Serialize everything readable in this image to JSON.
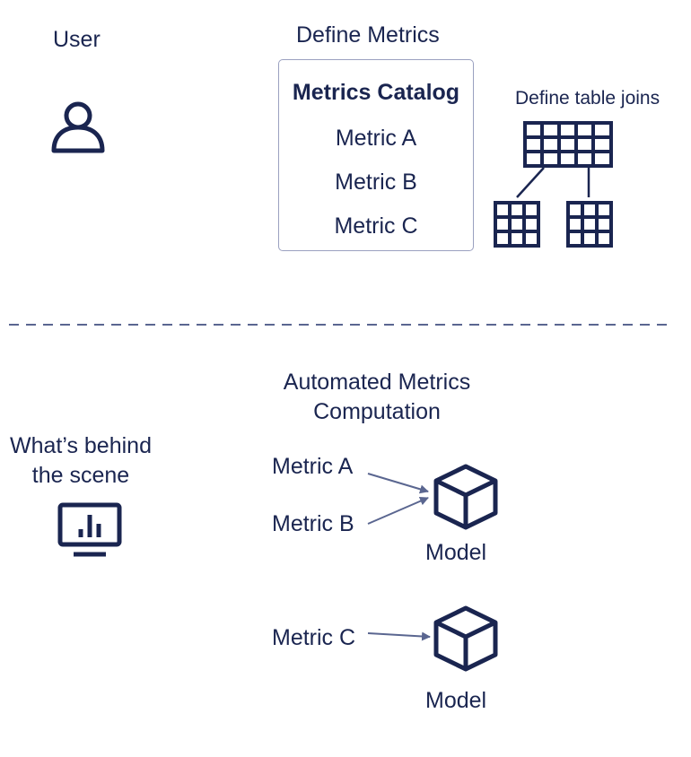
{
  "top": {
    "user_label": "User",
    "define_metrics_title": "Define Metrics",
    "catalog": {
      "title": "Metrics Catalog",
      "items": [
        "Metric A",
        "Metric B",
        "Metric C"
      ]
    },
    "joins_label": "Define table joins"
  },
  "bottom": {
    "behind_label_line1": "What’s behind",
    "behind_label_line2": "the scene",
    "computation_title_line1": "Automated Metrics",
    "computation_title_line2": "Computation",
    "group1": {
      "inputs": [
        "Metric A",
        "Metric B"
      ],
      "output": "Model"
    },
    "group2": {
      "inputs": [
        "Metric C"
      ],
      "output": "Model"
    }
  },
  "colors": {
    "ink": "#1a2550",
    "box_border": "#9aa0c0",
    "arrow": "#5a6690",
    "divider": "#5a6690"
  },
  "icons": [
    "person-icon",
    "table-icon",
    "monitor-chart-icon",
    "cube-icon",
    "arrow-icon"
  ]
}
